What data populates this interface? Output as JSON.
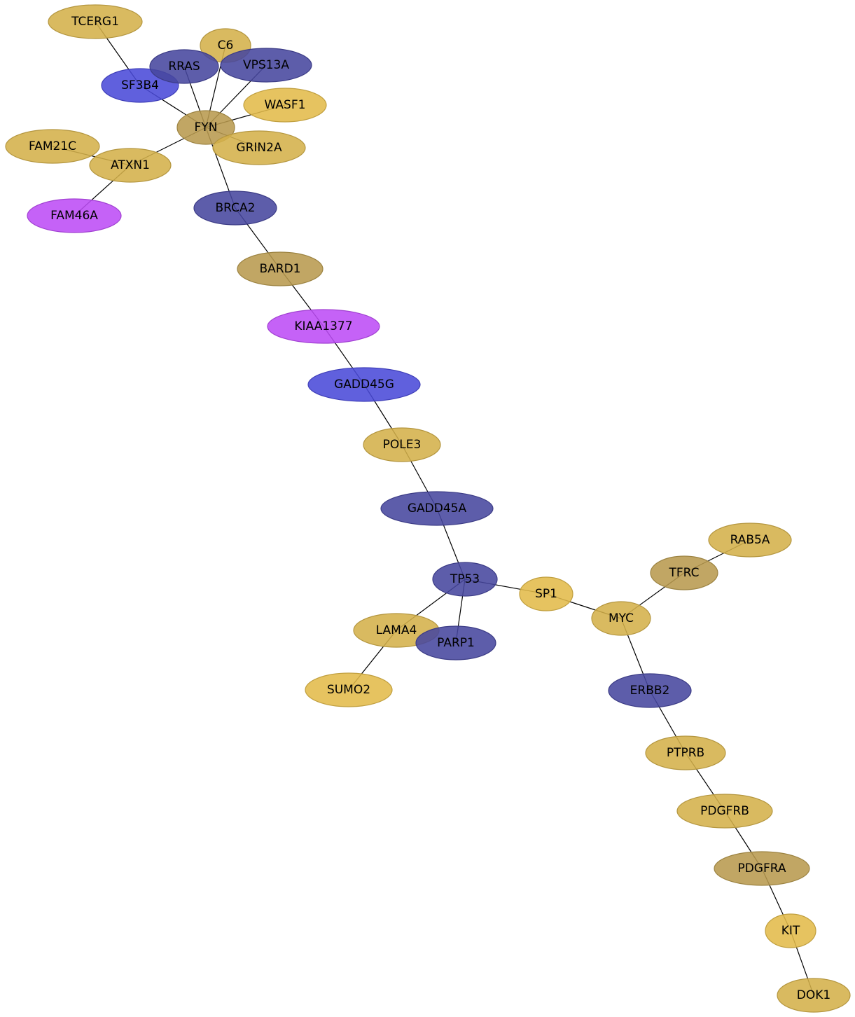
{
  "graph": {
    "colors": {
      "gold": "#d4b04a",
      "gold_light": "#e2bb4a",
      "khaki": "#b89a4e",
      "blue": "#4a4ad8",
      "indigo": "#47479e",
      "purple": "#bd4cf6"
    },
    "nodes": [
      {
        "id": "TCERG1",
        "label": "TCERG1",
        "color": "gold"
      },
      {
        "id": "SF3B4",
        "label": "SF3B4",
        "color": "blue"
      },
      {
        "id": "C6",
        "label": "C6",
        "color": "gold"
      },
      {
        "id": "RRAS",
        "label": "RRAS",
        "color": "indigo"
      },
      {
        "id": "VPS13A",
        "label": "VPS13A",
        "color": "indigo"
      },
      {
        "id": "WASF1",
        "label": "WASF1",
        "color": "gold_light"
      },
      {
        "id": "FYN",
        "label": "FYN",
        "color": "khaki"
      },
      {
        "id": "GRIN2A",
        "label": "GRIN2A",
        "color": "gold"
      },
      {
        "id": "FAM21C",
        "label": "FAM21C",
        "color": "gold"
      },
      {
        "id": "ATXN1",
        "label": "ATXN1",
        "color": "gold"
      },
      {
        "id": "FAM46A",
        "label": "FAM46A",
        "color": "purple"
      },
      {
        "id": "BRCA2",
        "label": "BRCA2",
        "color": "indigo"
      },
      {
        "id": "BARD1",
        "label": "BARD1",
        "color": "khaki"
      },
      {
        "id": "KIAA1377",
        "label": "KIAA1377",
        "color": "purple"
      },
      {
        "id": "GADD45G",
        "label": "GADD45G",
        "color": "blue"
      },
      {
        "id": "POLE3",
        "label": "POLE3",
        "color": "gold"
      },
      {
        "id": "GADD45A",
        "label": "GADD45A",
        "color": "indigo"
      },
      {
        "id": "TP53",
        "label": "TP53",
        "color": "indigo"
      },
      {
        "id": "SP1",
        "label": "SP1",
        "color": "gold_light"
      },
      {
        "id": "LAMA4",
        "label": "LAMA4",
        "color": "gold"
      },
      {
        "id": "PARP1",
        "label": "PARP1",
        "color": "indigo"
      },
      {
        "id": "SUMO2",
        "label": "SUMO2",
        "color": "gold_light"
      },
      {
        "id": "RAB5A",
        "label": "RAB5A",
        "color": "gold"
      },
      {
        "id": "TFRC",
        "label": "TFRC",
        "color": "khaki"
      },
      {
        "id": "MYC",
        "label": "MYC",
        "color": "gold"
      },
      {
        "id": "ERBB2",
        "label": "ERBB2",
        "color": "indigo"
      },
      {
        "id": "PTPRB",
        "label": "PTPRB",
        "color": "gold"
      },
      {
        "id": "PDGFRB",
        "label": "PDGFRB",
        "color": "gold"
      },
      {
        "id": "PDGFRA",
        "label": "PDGFRA",
        "color": "khaki"
      },
      {
        "id": "KIT",
        "label": "KIT",
        "color": "gold_light"
      },
      {
        "id": "DOK1",
        "label": "DOK1",
        "color": "gold"
      }
    ],
    "edges": [
      [
        "TCERG1",
        "SF3B4"
      ],
      [
        "SF3B4",
        "FYN"
      ],
      [
        "RRAS",
        "FYN"
      ],
      [
        "C6",
        "FYN"
      ],
      [
        "VPS13A",
        "FYN"
      ],
      [
        "WASF1",
        "FYN"
      ],
      [
        "GRIN2A",
        "FYN"
      ],
      [
        "ATXN1",
        "FYN"
      ],
      [
        "FAM21C",
        "ATXN1"
      ],
      [
        "ATXN1",
        "FAM46A"
      ],
      [
        "FYN",
        "BRCA2"
      ],
      [
        "BRCA2",
        "BARD1"
      ],
      [
        "BARD1",
        "KIAA1377"
      ],
      [
        "KIAA1377",
        "GADD45G"
      ],
      [
        "GADD45G",
        "POLE3"
      ],
      [
        "POLE3",
        "GADD45A"
      ],
      [
        "GADD45A",
        "TP53"
      ],
      [
        "TP53",
        "SP1"
      ],
      [
        "TP53",
        "LAMA4"
      ],
      [
        "TP53",
        "PARP1"
      ],
      [
        "LAMA4",
        "SUMO2"
      ],
      [
        "SP1",
        "MYC"
      ],
      [
        "MYC",
        "TFRC"
      ],
      [
        "TFRC",
        "RAB5A"
      ],
      [
        "MYC",
        "ERBB2"
      ],
      [
        "ERBB2",
        "PTPRB"
      ],
      [
        "PTPRB",
        "PDGFRB"
      ],
      [
        "PDGFRB",
        "PDGFRA"
      ],
      [
        "PDGFRA",
        "KIT"
      ],
      [
        "KIT",
        "DOK1"
      ]
    ]
  }
}
